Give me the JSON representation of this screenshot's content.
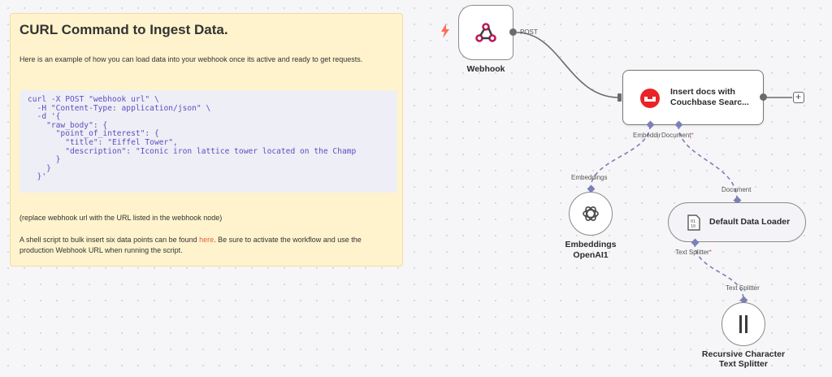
{
  "note": {
    "title": "CURL Command to Ingest Data.",
    "intro": "Here is an example of how you can load data into your webhook once its active and ready to get requests.",
    "code": "curl -X POST \"webhook url\" \\\n  -H \"Content-Type: application/json\" \\\n  -d '{\n    \"raw_body\": {\n      \"point_of_interest\": {\n        \"title\": \"Eiffel Tower\",\n        \"description\": \"Iconic iron lattice tower located on the Champ\n      }\n    }\n  }'",
    "replace_hint": "(replace webhook url with the URL listed in the webhook node)",
    "script_text_before": "A shell script to bulk insert six data points can be found ",
    "script_link": "here",
    "script_text_after": ". Be sure to activate the workflow and use the production Webhook URL when running the script."
  },
  "nodes": {
    "webhook": {
      "label": "Webhook",
      "output_label": "POST",
      "accent": "#ff6d5a"
    },
    "couchbase": {
      "label_line1": "Insert docs with",
      "label_line2": "Couchbase Searc...",
      "port_embedding": "Embeddir",
      "port_document": "Document",
      "brand_color": "#ea2328"
    },
    "embeddings": {
      "port_label": "Embeddings",
      "label_line1": "Embeddings",
      "label_line2": "OpenAI1"
    },
    "loader": {
      "port_label": "Document",
      "label": "Default Data Loader",
      "bottom_port_label": "Text Splitter"
    },
    "splitter": {
      "port_label": "Text Splitter",
      "label_line1": "Recursive Character",
      "label_line2": "Text Splitter"
    }
  },
  "colors": {
    "edge": "#7d7fb8",
    "connection": "#6b6b6b",
    "required": "#e84a5f"
  }
}
